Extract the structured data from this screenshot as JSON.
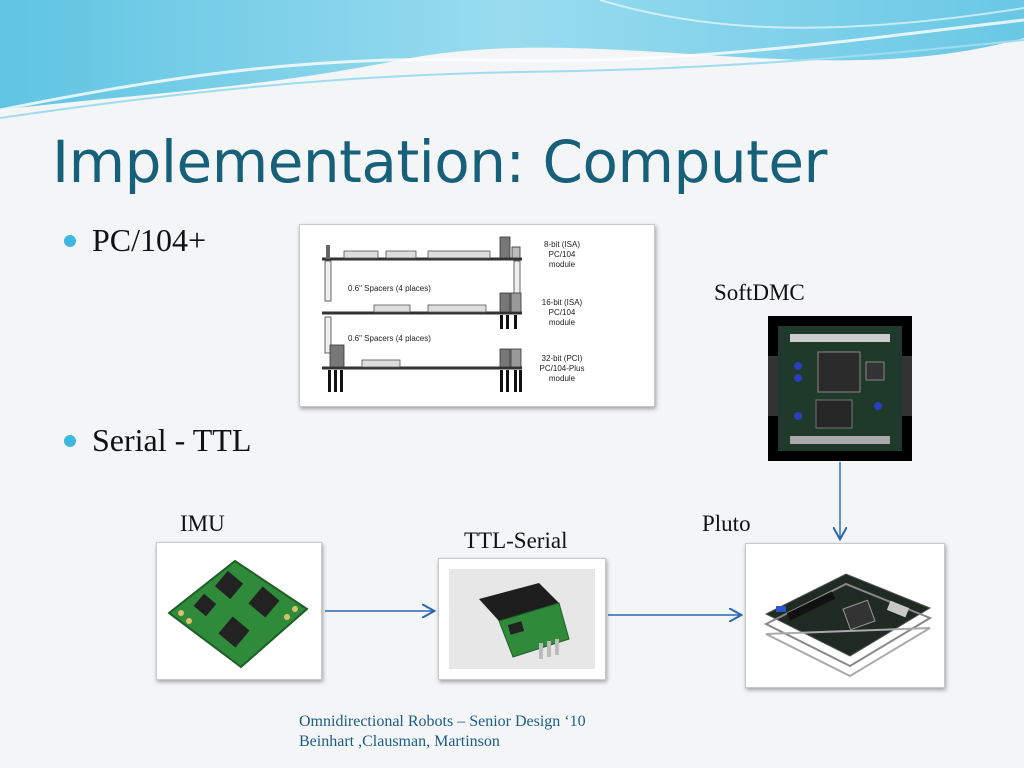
{
  "slide": {
    "title": "Implementation: Computer",
    "bullets": [
      "PC/104+",
      "Serial - TTL"
    ],
    "diagram": {
      "stack_labels": [
        [
          "8-bit (ISA)",
          "PC/104",
          "module"
        ],
        [
          "16-bit (ISA)",
          "PC/104",
          "module"
        ],
        [
          "32-bit (PCI)",
          "PC/104-Plus",
          "module"
        ]
      ],
      "spacer_label": "0.6\" Spacers (4 places)"
    },
    "components": {
      "softdmc": "SoftDMC",
      "imu": "IMU",
      "ttl_serial": "TTL-Serial",
      "pluto": "Pluto"
    },
    "footer": {
      "line1": "Omnidirectional Robots – Senior Design ‘10",
      "line2": "Beinhart ,Clausman, Martinson"
    },
    "colors": {
      "title": "#17607a",
      "bullet": "#3cb7e0",
      "footer": "#1b5d87",
      "arrow": "#2a66b0"
    }
  }
}
